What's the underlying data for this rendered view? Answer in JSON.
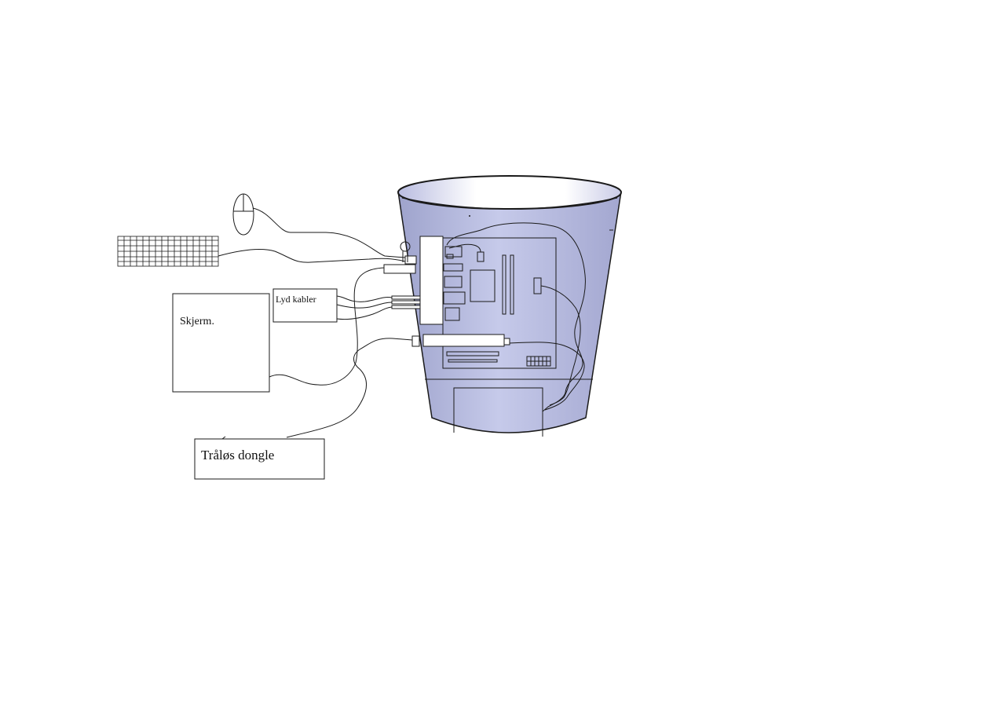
{
  "diagram": {
    "labels": {
      "screen": "Skjerm.",
      "audio_cables": "Lyd kabler",
      "wireless_dongle": "Tråløs dongle"
    },
    "colors": {
      "case_fill_edge": "#a4a8d0",
      "case_fill_center": "#c4c8ea",
      "line": "#1a1a1a",
      "background": "#ffffff"
    }
  }
}
